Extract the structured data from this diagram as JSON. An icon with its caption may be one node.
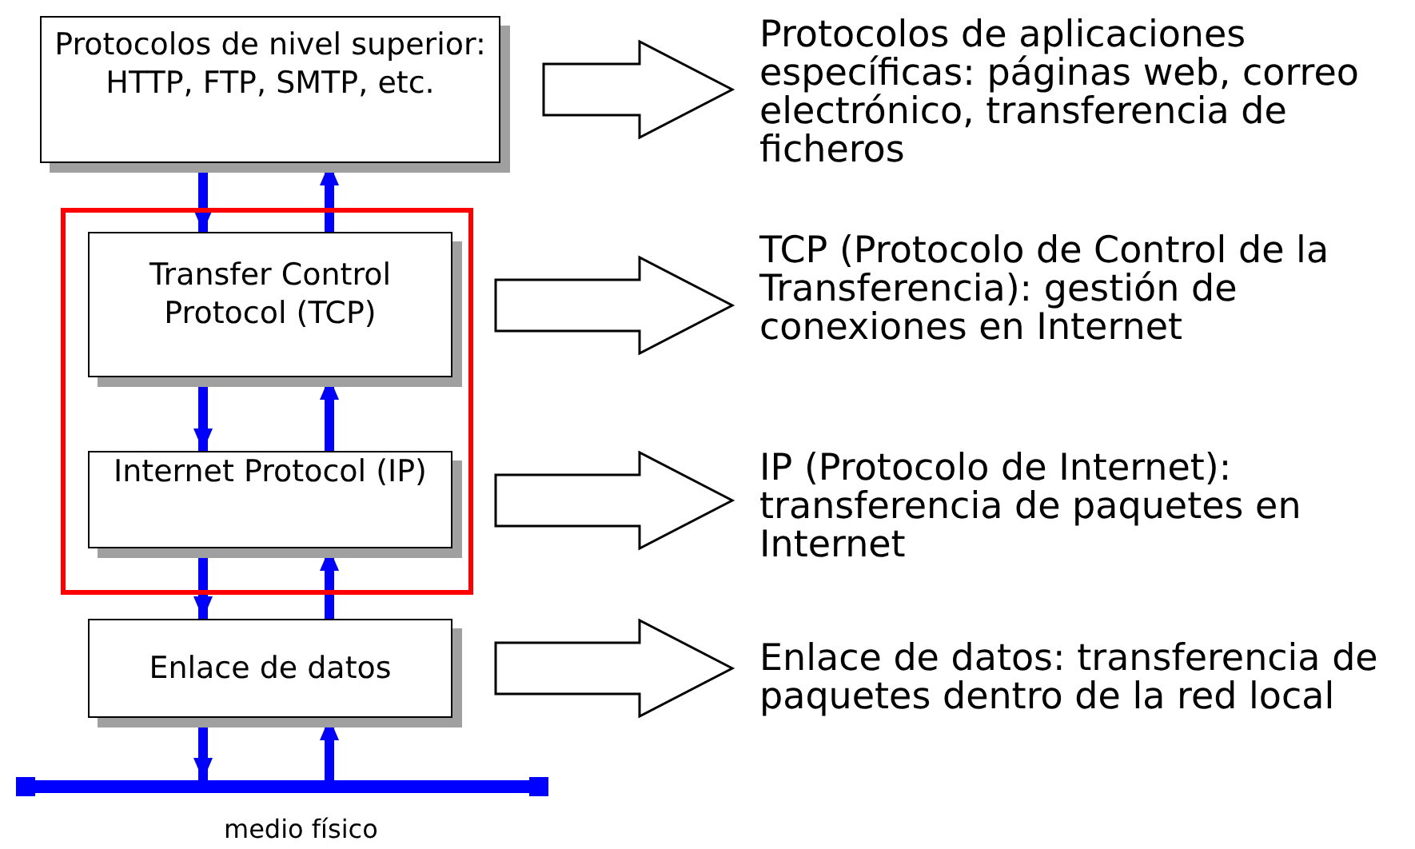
{
  "diagram": {
    "nodes": [
      {
        "text": [
          "Protocolos de nivel superior: HTTP, FTP, SMTP, etc."
        ]
      },
      {
        "text": [],
        "shape": "box"
      },
      {
        "text": [
          "Transfer Control Protocol (TCP)"
        ],
        "in": 1
      },
      {
        "text": [
          "Internet Protocol (IP)"
        ],
        "in": 1
      },
      {
        "text": [
          "Enlace de datos"
        ]
      },
      {
        "text": [],
        "shape": "bar",
        "beside": [
          "medio físico"
        ]
      },
      {
        "text": [
          "Protocolos de aplicaciones específicas: páginas web, correo electrónico, transferencia de ficheros"
        ]
      },
      {
        "text": [
          "TCP (Protocolo de Control de la Transferencia): gestión de conexiones en Internet"
        ]
      },
      {
        "text": [
          "IP (Protocolo de Internet): transferencia de paquetes en Internet"
        ]
      },
      {
        "text": [
          "Enlace de datos: transferencia de paquetes dentro de la red local"
        ]
      }
    ],
    "edges": [
      {
        "from": 0,
        "to": 2,
        "arrow": "to"
      },
      {
        "from": 2,
        "to": 0,
        "arrow": "to"
      },
      {
        "from": 2,
        "to": 3,
        "arrow": "to"
      },
      {
        "from": 3,
        "to": 2,
        "arrow": "to"
      },
      {
        "from": 3,
        "to": 4,
        "arrow": "to"
      },
      {
        "from": 4,
        "to": 3,
        "arrow": "to"
      },
      {
        "from": 4,
        "to": 5,
        "arrow": "to"
      },
      {
        "from": 5,
        "to": 4,
        "arrow": "to"
      },
      {
        "from": 0,
        "to": 6,
        "arrow": "to",
        "style": "thick",
        "color": "#000000"
      },
      {
        "from": 2,
        "to": 7,
        "arrow": "to",
        "style": "thick",
        "color": "#000000"
      },
      {
        "from": 3,
        "to": 8,
        "arrow": "to",
        "style": "thick",
        "color": "#000000"
      },
      {
        "from": 4,
        "to": 9,
        "arrow": "to",
        "style": "thick",
        "color": "#000000"
      }
    ]
  }
}
